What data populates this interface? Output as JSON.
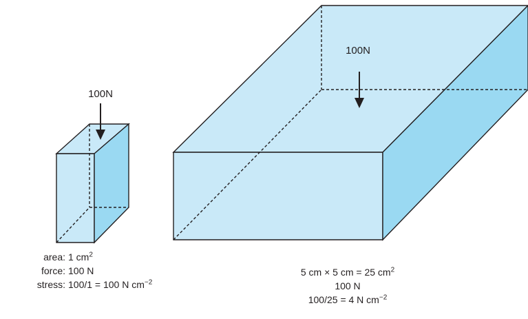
{
  "colors": {
    "face_light": "#c9e9f8",
    "face_side": "#9ad9f2",
    "edge": "#231f20"
  },
  "small_block": {
    "force_label": "100N",
    "caption": {
      "area_key": "area:",
      "area_value": "1 cm",
      "area_exp": "2",
      "force_key": "force:",
      "force_value": "100 N",
      "stress_key": "stress:",
      "stress_value": "100/1 = 100 N cm",
      "stress_exp": "−2"
    }
  },
  "large_block": {
    "force_label": "100N",
    "caption": {
      "line1": "5 cm × 5 cm = 25 cm",
      "line1_exp": "2",
      "line2": "100 N",
      "line3": "100/25 = 4 N cm",
      "line3_exp": "−2"
    }
  }
}
